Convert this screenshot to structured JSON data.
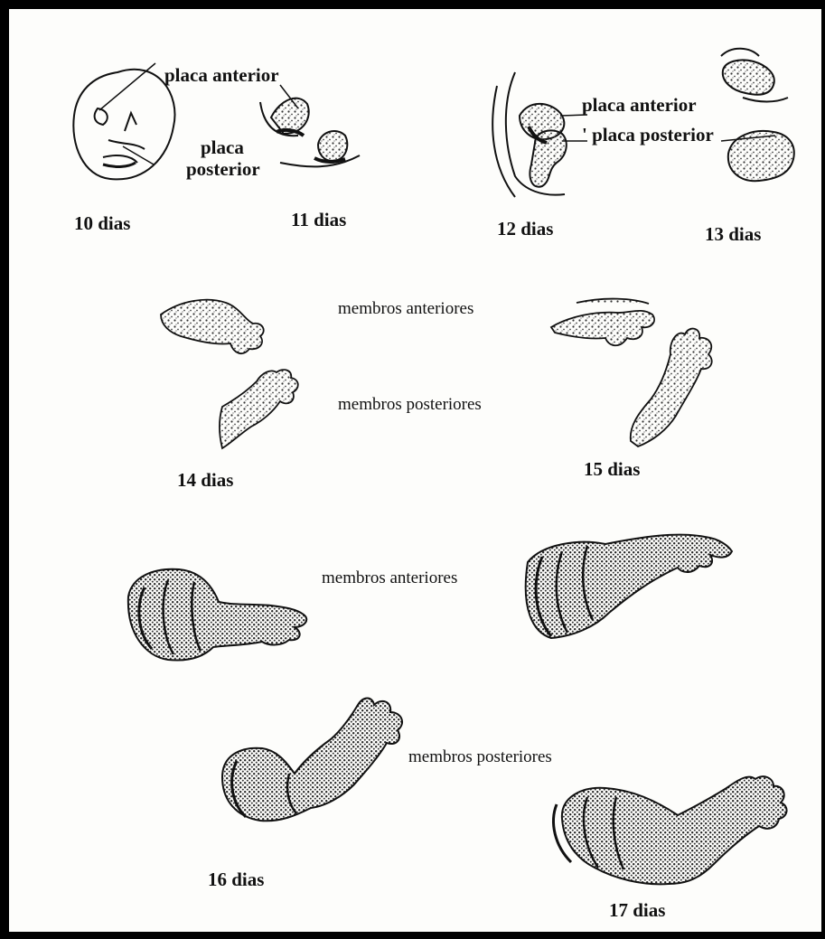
{
  "labels": {
    "placa_anterior_1": "placa anterior",
    "placa_posterior_1a": "placa",
    "placa_posterior_1b": "posterior",
    "placa_anterior_2": "placa anterior",
    "placa_posterior_2": "' placa posterior",
    "membros_anteriores_1": "membros anteriores",
    "membros_posteriores_1": "membros posteriores",
    "membros_anteriores_2": "membros anteriores",
    "membros_posteriores_2": "membros posteriores"
  },
  "stages": {
    "d10": "10 dias",
    "d11": "11 dias",
    "d12": "12 dias",
    "d13": "13 dias",
    "d14": "14 dias",
    "d15": "15 dias",
    "d16": "16 dias",
    "d17": "17 dias"
  },
  "colors": {
    "ink": "#111111",
    "stipple": "#333333",
    "frame": "#000000",
    "paper": "#fdfdfb"
  }
}
